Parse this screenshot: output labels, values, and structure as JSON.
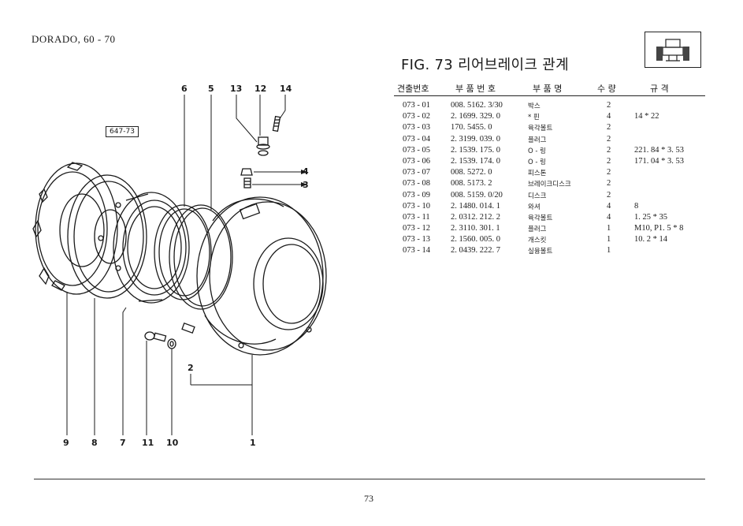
{
  "header": {
    "model": "DORADO, 60 - 70"
  },
  "figure": {
    "title": "FIG. 73 리어브레이크 관계",
    "ref_code": "647-73"
  },
  "table": {
    "headers": {
      "no": "견출번호",
      "part_no": "부 품 번 호",
      "name": "부 품 명",
      "qty": "수 량",
      "spec": "규   격"
    },
    "rows": [
      {
        "no": "073 - 01",
        "part_no": "008. 5162. 3/30",
        "name": "박스",
        "qty": "2",
        "spec": ""
      },
      {
        "no": "073 - 02",
        "part_no": "2. 1699. 329. 0",
        "name": "* 핀",
        "qty": "4",
        "spec": "14 * 22"
      },
      {
        "no": "073 - 03",
        "part_no": "170. 5455. 0",
        "name": "육각볼트",
        "qty": "2",
        "spec": ""
      },
      {
        "no": "073 - 04",
        "part_no": "2. 3199. 039. 0",
        "name": "플러그",
        "qty": "2",
        "spec": ""
      },
      {
        "no": "073 - 05",
        "part_no": "2. 1539. 175. 0",
        "name": "O - 링",
        "qty": "2",
        "spec": "221. 84 * 3. 53"
      },
      {
        "no": "073 - 06",
        "part_no": "2. 1539. 174. 0",
        "name": "O - 링",
        "qty": "2",
        "spec": "171. 04 * 3. 53"
      },
      {
        "no": "073 - 07",
        "part_no": "008. 5272. 0",
        "name": "피스톤",
        "qty": "2",
        "spec": ""
      },
      {
        "no": "073 - 08",
        "part_no": "008. 5173. 2",
        "name": "브레이크디스크",
        "qty": "2",
        "spec": ""
      },
      {
        "no": "073 - 09",
        "part_no": "008. 5159. 0/20",
        "name": "디스크",
        "qty": "2",
        "spec": ""
      },
      {
        "no": "073 - 10",
        "part_no": "2. 1480. 014. 1",
        "name": "와셔",
        "qty": "4",
        "spec": "8"
      },
      {
        "no": "073 - 11",
        "part_no": "2. 0312. 212. 2",
        "name": "육각볼트",
        "qty": "4",
        "spec": "1. 25 * 35"
      },
      {
        "no": "073 - 12",
        "part_no": "2. 3110. 301. 1",
        "name": "플러그",
        "qty": "1",
        "spec": "M10,  P1. 5 * 8"
      },
      {
        "no": "073 - 13",
        "part_no": "2. 1560. 005. 0",
        "name": "개스킷",
        "qty": "1",
        "spec": "10. 2 * 14"
      },
      {
        "no": "073 - 14",
        "part_no": "2. 0439. 222. 7",
        "name": "실융볼트",
        "qty": "1",
        "spec": ""
      }
    ]
  },
  "callouts": {
    "c6": "6",
    "c5": "5",
    "c13": "13",
    "c12": "12",
    "c14": "14",
    "c4": "4",
    "c3": "3",
    "c2": "2",
    "c9": "9",
    "c8": "8",
    "c7": "7",
    "c11": "11",
    "c10": "10",
    "c1": "1"
  },
  "footer": {
    "page": "73"
  }
}
